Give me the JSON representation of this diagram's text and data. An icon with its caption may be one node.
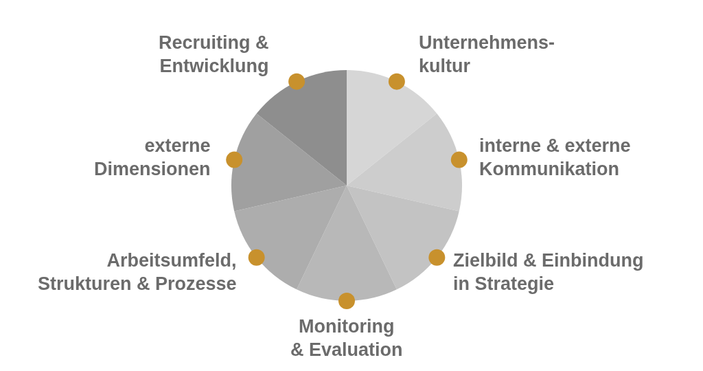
{
  "diagram": {
    "labels": [
      "Recruiting & Entwicklung",
      "Unternehmens- kultur",
      "externe Dimensionen",
      "interne & externe Kommunikation",
      "Arbeitsumfeld, Strukturen & Prozesse",
      "Zielbild & Einbindung in Strategie",
      "Monitoring & Evaluation"
    ]
  }
}
